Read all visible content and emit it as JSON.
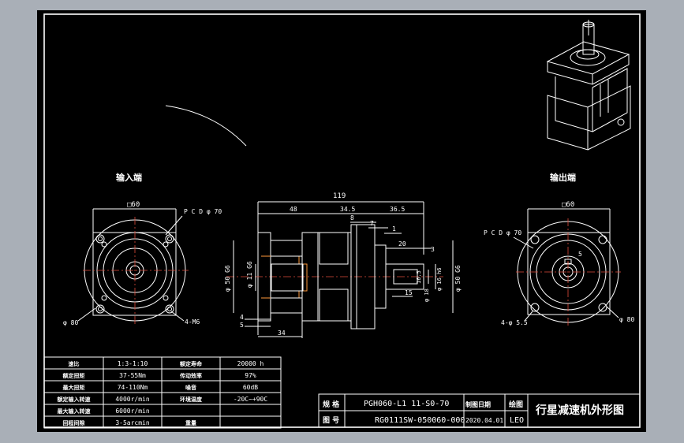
{
  "labels": {
    "input_end": "输入端",
    "output_end": "输出端",
    "square_left": "□60",
    "pcd_left": "P C D φ 70",
    "dia80_left": "φ 80",
    "holes_left": "4-M6",
    "square_right": "□60",
    "pcd_right": "P C D φ 70",
    "dia80_right": "φ 80",
    "holes_right": "4-φ 5.5",
    "key_dim": "5"
  },
  "dims": {
    "total": "119",
    "d48": "48",
    "d345": "34.5",
    "d365": "36.5",
    "d8": "8",
    "d7": "7",
    "d1": "1",
    "d20": "20",
    "d3": "3",
    "d4": "4",
    "d5": "5",
    "d34": "34",
    "d15": "15",
    "phi50_left": "φ 50 G6",
    "phi11": "φ 11 G6",
    "phi50_right": "φ 50 G6",
    "phi16": "φ 16 h6",
    "phi18": "φ 18",
    "d165": "16.5"
  },
  "spec_table": [
    [
      "速比",
      "1:3-1:10",
      "额定寿命",
      "20000 h"
    ],
    [
      "额定扭矩",
      "37-55Nm",
      "传动效率",
      "97%"
    ],
    [
      "最大扭矩",
      "74-110Nm",
      "噪音",
      "60dB"
    ],
    [
      "额定输入转速",
      "4000r/min",
      "环境温度",
      "-20C~+90C"
    ],
    [
      "最大输入转速",
      "6000r/min",
      "",
      ""
    ],
    [
      "回程间隙",
      "3-5arcmin",
      "重量",
      ""
    ]
  ],
  "title_block": {
    "label_spec": "规 格",
    "value_spec": "PGH060-L1 11-S0-70",
    "label_draw": "制图日期",
    "value_date": "2020.04.01",
    "label_code": "图 号",
    "value_code": "RG0111SW-050060-000",
    "label_drawer": "绘图",
    "value_drawer": "LEO",
    "title": "行星减速机外形图"
  },
  "colors": {
    "background": "#000000",
    "line": "#ffffff",
    "center": "#e04a3a",
    "frame": "#a9afb7"
  }
}
